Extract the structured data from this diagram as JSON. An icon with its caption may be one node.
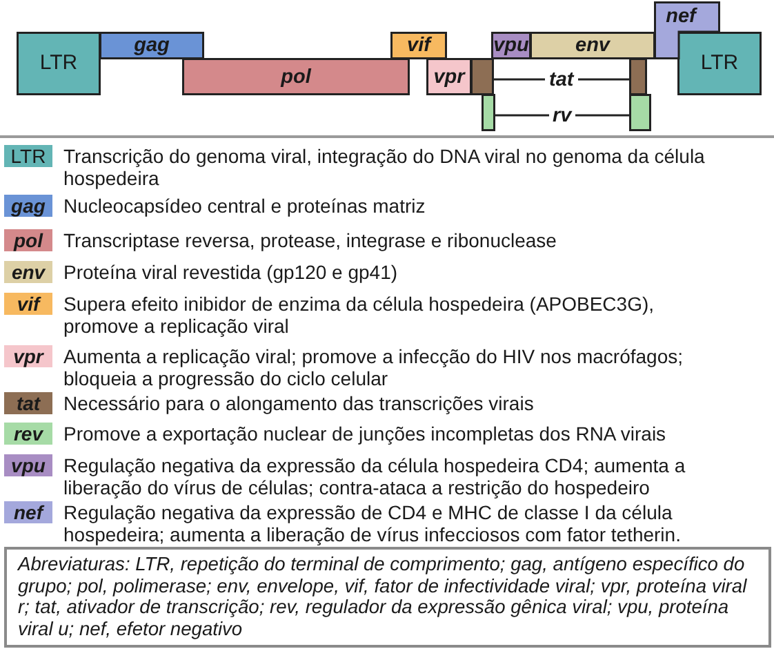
{
  "diagram": {
    "nodes": [
      {
        "text": [
          "LTR"
        ]
      },
      {
        "text": [
          "gag"
        ]
      },
      {
        "text": [
          "pol"
        ]
      },
      {
        "text": [
          "vif"
        ]
      },
      {
        "text": [
          "vpr"
        ]
      },
      {
        "text": [],
        "shape": "box"
      },
      {
        "text": [],
        "shape": "box"
      },
      {
        "text": [
          "vpu"
        ]
      },
      {
        "text": [
          "env"
        ]
      },
      {
        "text": [],
        "shape": "box"
      },
      {
        "text": [],
        "shape": "box"
      },
      {
        "text": [
          "nef"
        ]
      },
      {
        "text": [
          "LTR"
        ]
      }
    ],
    "edges": [
      {
        "from": 5,
        "to": 9,
        "arrow": "none",
        "label": "tat"
      },
      {
        "from": 6,
        "to": 10,
        "arrow": "none",
        "label": "rv"
      }
    ],
    "labels": [
      "LTR",
      "gag",
      "pol",
      "env",
      "vif",
      "vpr",
      "tat",
      "rev",
      "vpu",
      "nef"
    ],
    "legend": [
      {
        "text": "Transcrição do genoma viral, integração do DNA viral no genoma da célula hospedeira",
        "color": "#63b5b5"
      },
      {
        "text": "Nucleocapsídeo central e proteínas matriz",
        "color": "#6a93d6"
      },
      {
        "text": "Transcriptase reversa, protease, integrase e ribonuclease",
        "color": "#d4898b"
      },
      {
        "text": "Proteína viral revestida (gp120 e gp41)",
        "color": "#ddd0a6"
      },
      {
        "text": "Supera efeito inibidor de enzima da célula hospedeira (APOBEC3G), promove a replicação viral",
        "color": "#f7b960"
      },
      {
        "text": "Aumenta a replicação viral; promove a infecção do HIV nos macrófagos; bloqueia a progressão do ciclo celular",
        "color": "#f5c6cb"
      },
      {
        "text": "Necessário para o alongamento das transcrições virais",
        "color": "#8d6e54"
      },
      {
        "text": "Promove a exportação nuclear de junções incompletas dos RNA virais",
        "color": "#a6dba6"
      },
      {
        "text": "Regulação negativa da expressão da célula hospedeira CD4; aumenta a liberação do vírus de células; contra-ataca a restrição do hospedeiro",
        "color": "#a88dc3"
      },
      {
        "text": "Regulação negativa da expressão de CD4 e MHC de classe I da célula hospedeira; aumenta a liberação de vírus infecciosos com fator tetherin.",
        "color": "#a4a8dc"
      }
    ],
    "caption": "Abreviaturas: LTR, repetição do terminal de comprimento; gag, antígeno específico do grupo; pol, polimerase; env, envelope, vif, fator de infectividade viral; vpr, proteína viral r; tat, ativador de transcrição; rev, regulador da expressão gênica viral; vpu, proteína viral u; nef, efetor negativo"
  }
}
